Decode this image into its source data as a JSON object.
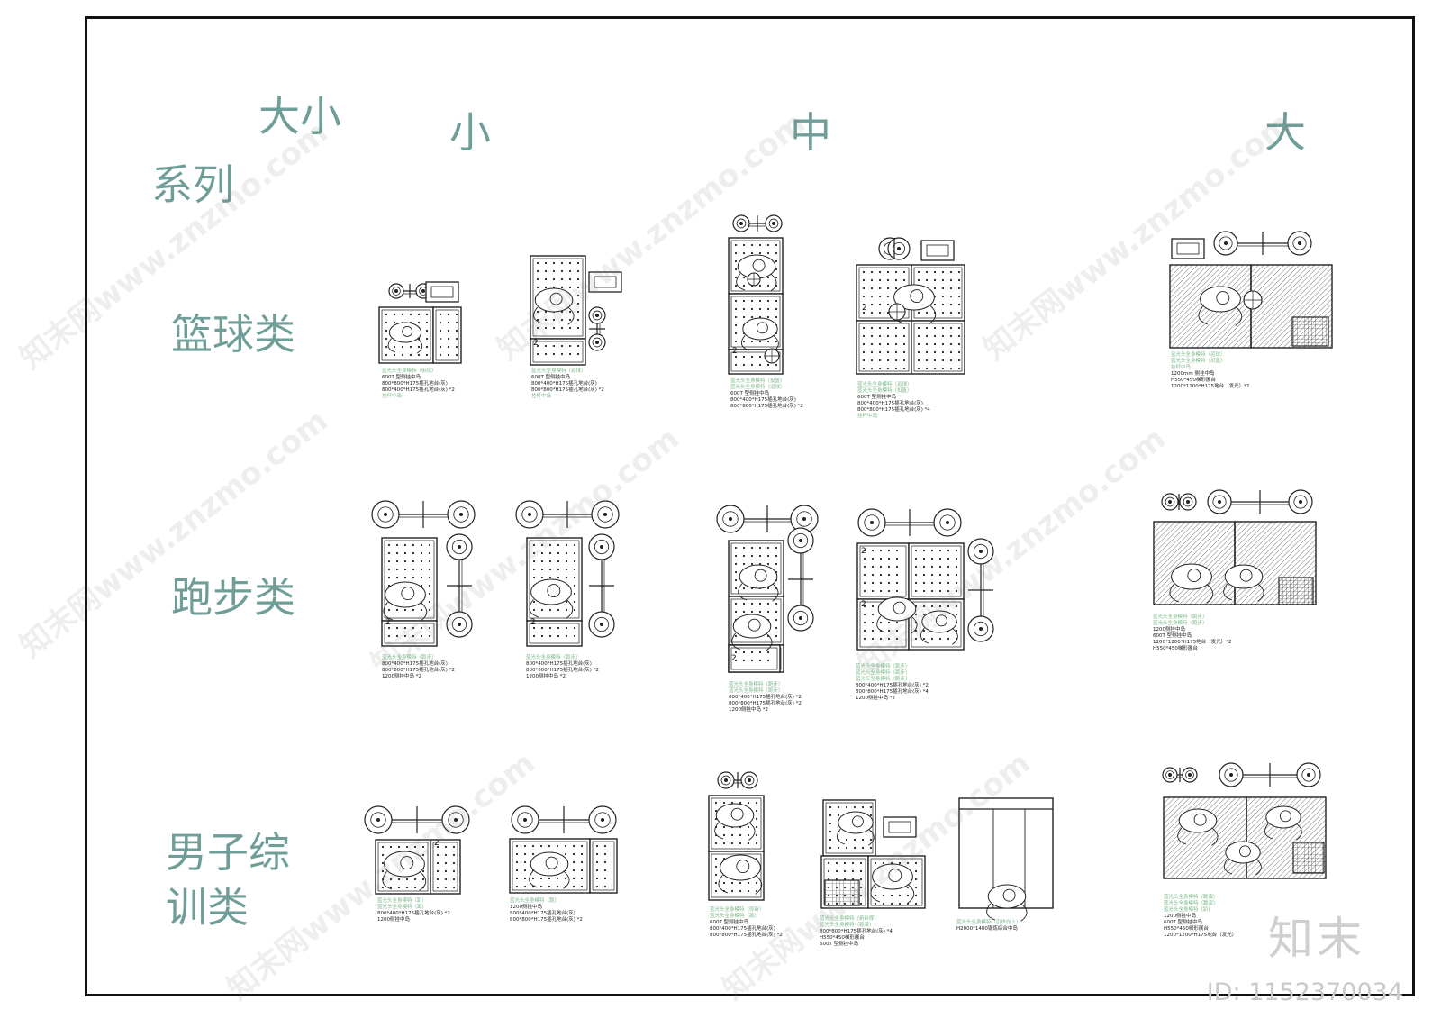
{
  "header": {
    "size_series_1": "大小",
    "size_series_2": "系列",
    "col_small": "小",
    "col_medium": "中",
    "col_large": "大"
  },
  "rows": {
    "basketball": "篮球类",
    "running": "跑步类",
    "men_training_1": "男子综",
    "men_training_2": "训类"
  },
  "notes": {
    "b1": [
      "蓝光头全身模特（街球）",
      "600T 型侧挂中岛",
      "800*800*H175插孔地台(灰)",
      "800*400*H175插孔地台(灰)  *2",
      "挂杆中岛"
    ],
    "b2": [
      "蓝光头全身模特（运球）",
      "600T 型侧挂中岛",
      "800*400*H175插孔地台(灰)",
      "800*800*H175插孔地台(灰)  *2",
      "挂杆中岛"
    ],
    "b3": [
      "蓝光头全身模特（投篮）",
      "蓝光头全身模特（运球）",
      "600T 型侧挂中岛",
      "800*400*H175插孔地台(灰)",
      "800*800*H175插孔地台(灰)  *2"
    ],
    "b4": [
      "蓝光头全身模特（运球）",
      "蓝光头全身模特（扣篮）",
      "600T 型侧挂中岛",
      "800*400*H175插孔地台(灰)",
      "800*800*H175插孔地台(灰)  *4",
      "挂杆中岛"
    ],
    "b5": [
      "蓝光头全身模特（运球）",
      "蓝光头全身模特（扣篮）",
      "挂杆中岛",
      "1200mm 侧挂中岛",
      "H550*450梯形展台",
      "1200*1200*H175地台（发光）*2"
    ],
    "r1": [
      "蓝光头全身模特（跑步）",
      "800*400*H175插孔地台(灰)",
      "800*800*H175插孔地台(灰)  *2",
      "1200侧挂中岛  *2"
    ],
    "r2": [
      "蓝光头全身模特（跑步）",
      "800*400*H175插孔地台(灰)",
      "800*800*H175插孔地台(灰)  *2",
      "1200侧挂中岛  *2"
    ],
    "r3": [
      "蓝光头全身模特（跑步）",
      "蓝光头全身模特（跑步）",
      "800*400*H175插孔地台(灰)  *2",
      "800*800*H175插孔地台(灰)  *2",
      "1200侧挂中岛  *2"
    ],
    "r4": [
      "蓝光头全身模特（跑步）",
      "蓝光头全身模特（跑步）",
      "蓝光头全身模特（跑步）",
      "800*400*H175插孔地台(灰)  *2",
      "800*800*H175插孔地台(灰)  *4",
      "1200侧挂中岛  *2"
    ],
    "r5": [
      "蓝光头全身模特（跑步）",
      "蓝光头全身模特（跑步）",
      "1200侧挂中岛",
      "600T 型侧挂中岛",
      "1200*1200*H175地台（发光）*2",
      "H550*450梯形展台"
    ],
    "m1": [
      "蓝光头全身模特（趴）",
      "蓝光头全身模特（跪）",
      "800*400*H175插孔地台(灰)  *2",
      "1200侧挂中岛"
    ],
    "m2": [
      "蓝光头全身模特（跪）",
      "1200侧挂中岛",
      "800*400*H175插孔地台(灰)",
      "800*800*H175插孔地台(灰)  *2"
    ],
    "m3": [
      "蓝光头全身模特（仰卧）",
      "蓝光头全身模特（跪）",
      "600T 型侧挂中岛",
      "800*400*H175插孔地台(灰)",
      "800*800*H175插孔地台(灰)  *2"
    ],
    "m4": [
      "蓝光头全身模特（俯卧撑）",
      "蓝光头全身模特（跪姿）",
      "800*800*H175插孔地台(灰)  *4",
      "H550*450梯形展台",
      "600T 型侧挂中岛"
    ],
    "m5": [
      "蓝光头全身模特（引体向上）",
      "H2000*1400锻炼综合中岛"
    ],
    "m6": [
      "蓝光头全身模特（跪姿）",
      "蓝光头全身模特（跪姿）",
      "蓝光头全身模特（趴）",
      "1200侧挂中岛",
      "600T 型侧挂中岛",
      "H550*450梯形展台",
      "1200*1200*H175地台（发光）"
    ]
  },
  "watermark": {
    "site": "知末网www.znzmo.com",
    "brand": "知末",
    "id": "ID: 1152370034"
  }
}
